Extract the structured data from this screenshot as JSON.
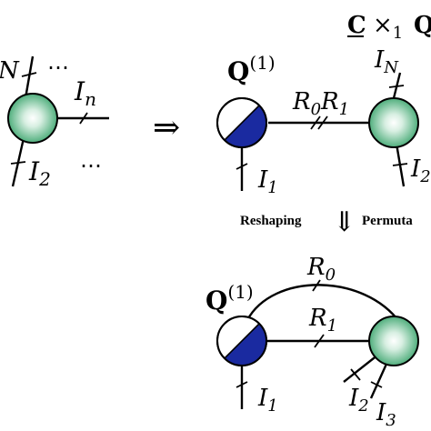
{
  "left_tensor": {
    "label_top": "N",
    "label_right": "I",
    "label_right_sub": "n",
    "label_bottom": "I",
    "label_bottom_sub": "2",
    "dots_top": "⋯",
    "dots_bottom": "⋯"
  },
  "implies_arrow": "⇒",
  "top_right": {
    "core_label": "C",
    "mode_product": "×",
    "mode_product_sub": "1",
    "factor_label": "Q",
    "q_label": "Q",
    "q_sup": "(1)",
    "bond_label_a": "R",
    "bond_label_a_sub": "0",
    "bond_label_b": "R",
    "bond_label_b_sub": "1",
    "q_leg": "I",
    "q_leg_sub": "1",
    "node_top_leg": "I",
    "node_top_leg_sub": "N",
    "node_bottom_leg": "I",
    "node_bottom_leg_sub": "2"
  },
  "transition": {
    "left_label": "Reshaping",
    "arrow": "⇓",
    "right_label": "Permuta"
  },
  "bottom_right": {
    "q_label": "Q",
    "q_sup": "(1)",
    "loop_label": "R",
    "loop_label_sub": "0",
    "bond_label": "R",
    "bond_label_sub": "1",
    "q_leg": "I",
    "q_leg_sub": "1",
    "leg_a": "I",
    "leg_a_sub": "2",
    "leg_b": "I",
    "leg_b_sub": "3"
  },
  "colors": {
    "node_green": "#55b080",
    "q_blue": "#1a2aa0"
  }
}
